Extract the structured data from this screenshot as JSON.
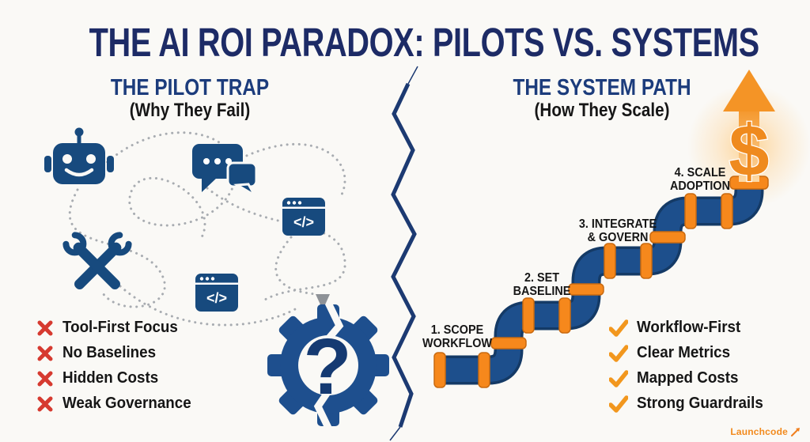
{
  "title": "THE AI ROI PARADOX: PILOTS VS. SYSTEMS",
  "left_panel": {
    "header": "THE PILOT TRAP",
    "subheader": "(Why They Fail)",
    "icons": [
      "robot-icon",
      "chat-icon",
      "code-window-icon",
      "wrench-icon",
      "code-window-icon",
      "broken-gear-question-icon"
    ],
    "code_glyph": "</>",
    "gear_question_mark": "?",
    "fail_items": [
      {
        "icon": "x-icon",
        "label": "Tool-First Focus"
      },
      {
        "icon": "x-icon",
        "label": "No Baselines"
      },
      {
        "icon": "x-icon",
        "label": "Hidden Costs"
      },
      {
        "icon": "x-icon",
        "label": "Weak Governance"
      }
    ]
  },
  "right_panel": {
    "header": "THE SYSTEM PATH",
    "subheader": "(How They Scale)",
    "steps": [
      {
        "line1": "1. SCOPE",
        "line2": "WORKFLOW"
      },
      {
        "line1": "2. SET",
        "line2": "BASELINE"
      },
      {
        "line1": "3. INTEGRATE",
        "line2": "& GOVERN"
      },
      {
        "line1": "4. SCALE",
        "line2": "ADOPTION"
      }
    ],
    "dollar_sign": "$",
    "success_items": [
      {
        "icon": "check-icon",
        "label": "Workflow-First"
      },
      {
        "icon": "check-icon",
        "label": "Clear Metrics"
      },
      {
        "icon": "check-icon",
        "label": "Mapped Costs"
      },
      {
        "icon": "check-icon",
        "label": "Strong Guardrails"
      }
    ]
  },
  "footer": {
    "brand": "Launchcode"
  },
  "colors": {
    "dark_navy": "#1d2b66",
    "header_navy": "#1c3c7c",
    "icon_navy": "#174a7e",
    "pipe_navy": "#1d4f8c",
    "pipe_outline": "#143a66",
    "orange": "#f28a1d",
    "flange_orange": "#f6881c",
    "red": "#d63a30",
    "gray_dots": "#a8acb1",
    "text_black": "#161616",
    "background": "#faf9f6"
  }
}
